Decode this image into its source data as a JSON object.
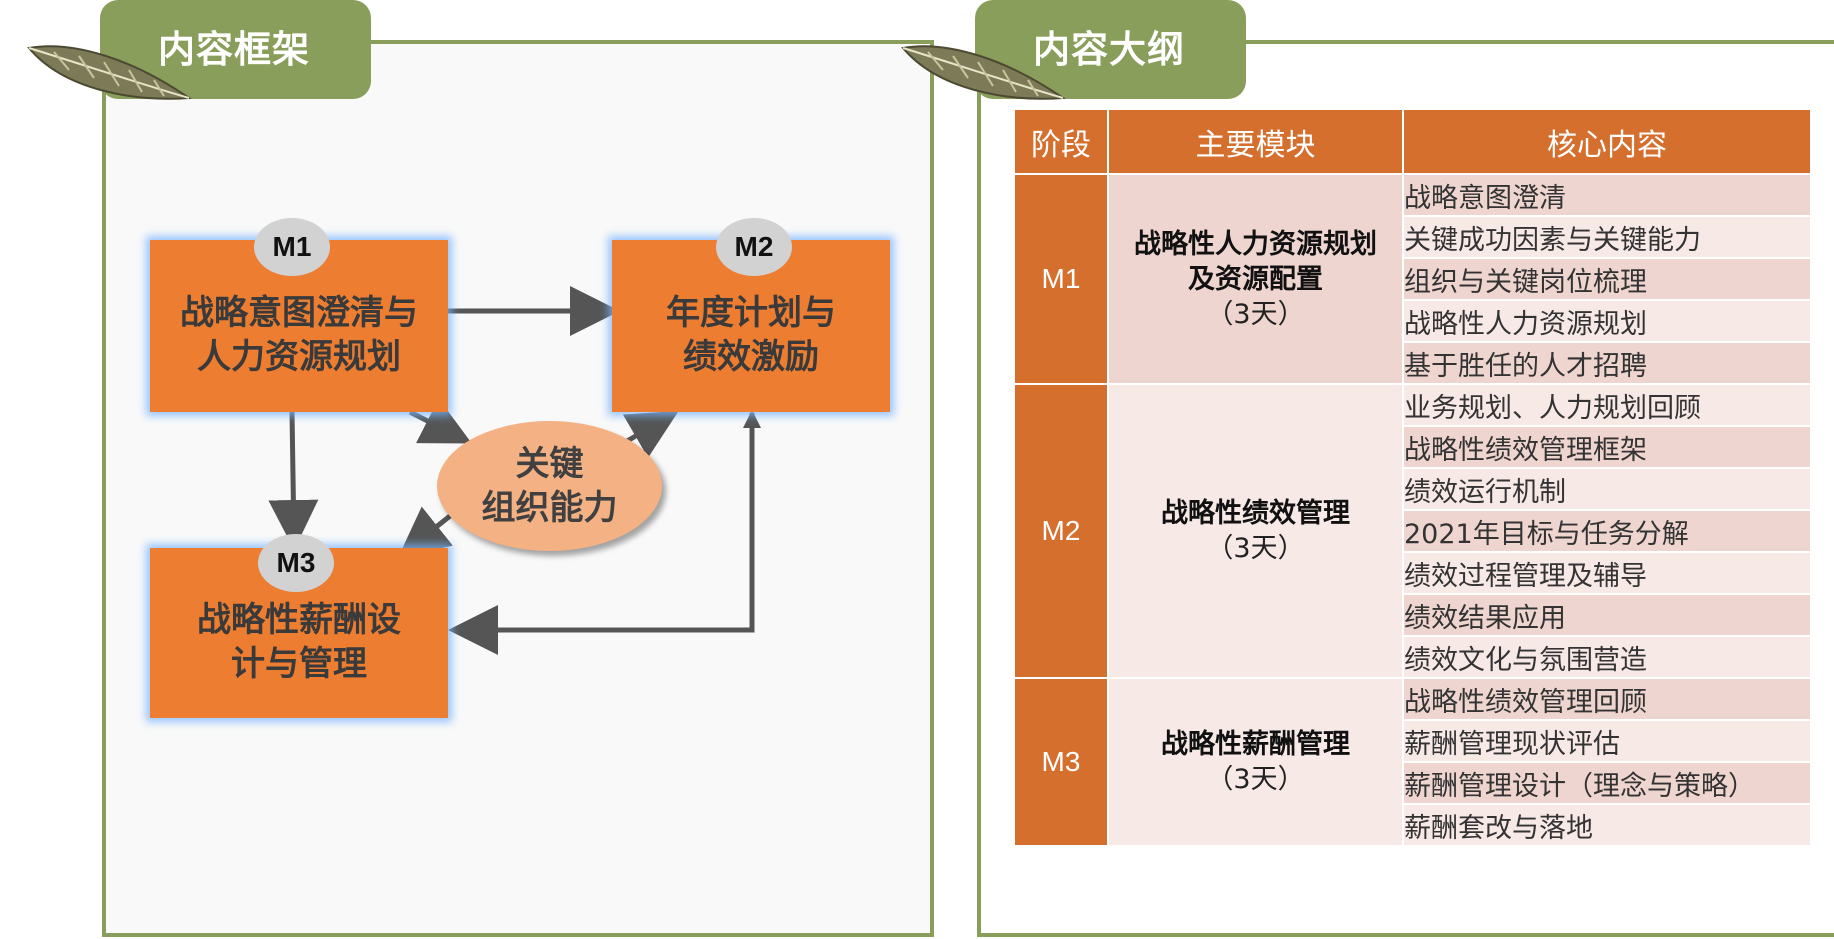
{
  "left_panel": {
    "title": "内容框架",
    "modules": [
      {
        "id": "M1",
        "label": "战略意图澄清与\n人力资源规划"
      },
      {
        "id": "M2",
        "label": "年度计划与\n绩效激励"
      },
      {
        "id": "M3",
        "label": "战略性薪酬设\n计与管理"
      }
    ],
    "center": "关键\n组织能力"
  },
  "right_panel": {
    "title": "内容大纲",
    "headers": [
      "阶段",
      "主要模块",
      "核心内容"
    ],
    "stages": [
      {
        "stage": "M1",
        "module": "战略性人力资源规划\n及资源配置",
        "days": "（3天）",
        "items": [
          "战略意图澄清",
          "关键成功因素与关键能力",
          "组织与关键岗位梳理",
          "战略性人力资源规划",
          "基于胜任的人才招聘"
        ]
      },
      {
        "stage": "M2",
        "module": "战略性绩效管理",
        "days": "（3天）",
        "items": [
          "业务规划、人力规划回顾",
          "战略性绩效管理框架",
          "绩效运行机制",
          "2021年目标与任务分解",
          "绩效过程管理及辅导",
          "绩效结果应用",
          "绩效文化与氛围营造"
        ]
      },
      {
        "stage": "M3",
        "module": "战略性薪酬管理",
        "days": "（3天）",
        "items": [
          "战略性绩效管理回顾",
          "薪酬管理现状评估",
          "薪酬管理设计（理念与策略）",
          "薪酬套改与落地"
        ]
      }
    ]
  },
  "colors": {
    "frame": "#8a9e5b",
    "module_fill": "#ed7d31",
    "ellipse_fill": "#f4b183",
    "table_header": "#d56f2e",
    "row_dark": "#efd5d0",
    "row_light": "#f7e9e6",
    "arrow": "#555555"
  }
}
